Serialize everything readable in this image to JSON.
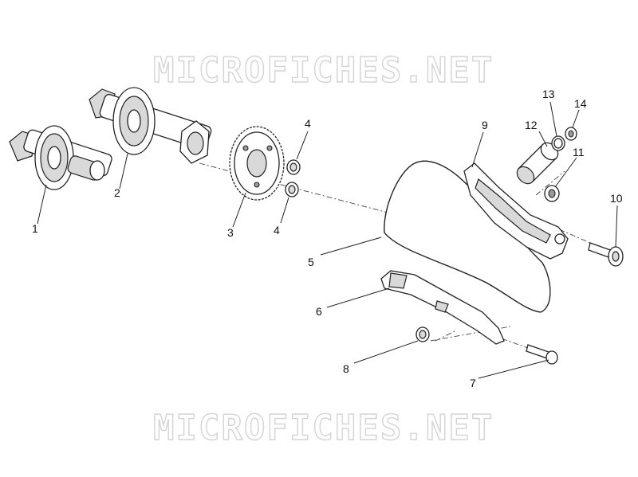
{
  "watermark": {
    "top": "MICROFICHES.NET",
    "bottom": "MICROFICHES.NET"
  },
  "callouts": {
    "c1": "1",
    "c2": "2",
    "c3": "3",
    "c4a": "4",
    "c4b": "4",
    "c5": "5",
    "c6": "6",
    "c7": "7",
    "c8": "8",
    "c9": "9",
    "c10": "10",
    "c11": "11",
    "c12": "12",
    "c13": "13",
    "c14": "14"
  }
}
